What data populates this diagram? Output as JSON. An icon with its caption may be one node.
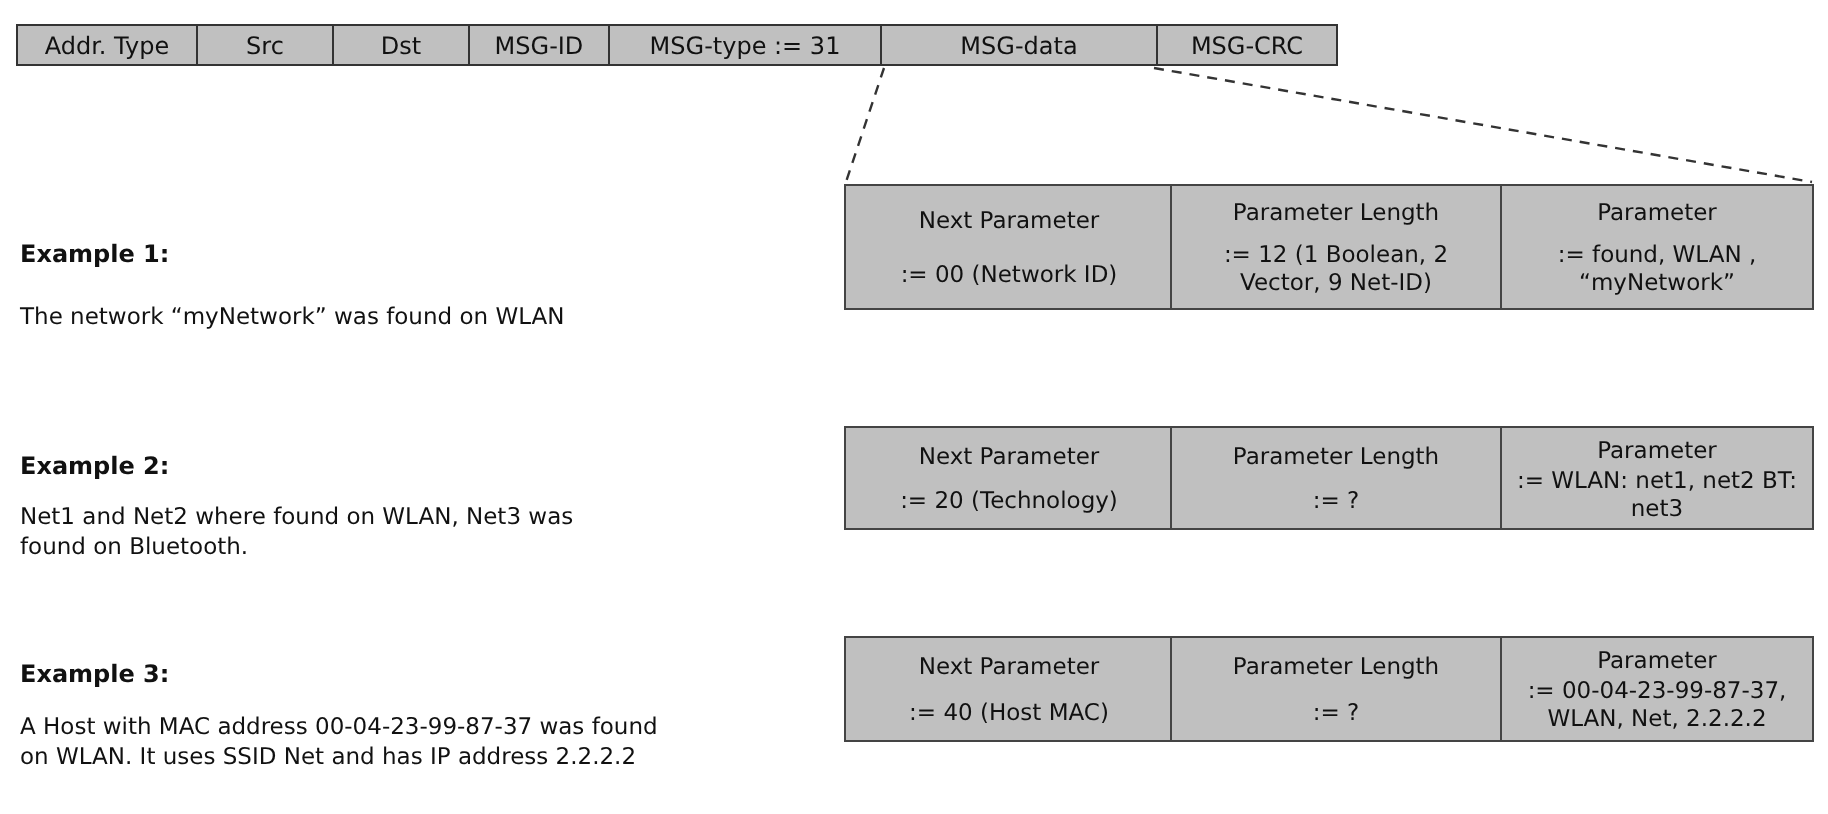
{
  "diagram": {
    "nodes": [
      {
        "text": [
          "Addr. Type"
        ]
      },
      {
        "text": [
          "Src"
        ]
      },
      {
        "text": [
          "Dst"
        ]
      },
      {
        "text": [
          "MSG-ID"
        ]
      },
      {
        "text": [
          "MSG-type := 31"
        ]
      },
      {
        "text": [
          "MSG-data"
        ]
      },
      {
        "text": [
          "MSG-CRC"
        ]
      },
      {
        "text": [
          "Next Parameter",
          ":=  00 (Network ID)"
        ]
      },
      {
        "text": [
          "Parameter Length",
          ":= 12 (1 Boolean, 2 Vector, 9 Net-ID)"
        ]
      },
      {
        "text": [
          "Parameter",
          ":= found, WLAN , “myNetwork”"
        ]
      },
      {
        "text": [
          "Next Parameter",
          ":=  20 (Technology)"
        ]
      },
      {
        "text": [
          "Parameter Length",
          ":= ?"
        ]
      },
      {
        "text": [
          "Parameter",
          ":= WLAN: net1, net2 BT: net3"
        ]
      },
      {
        "text": [
          "Next Parameter",
          ":= 40 (Host MAC)"
        ]
      },
      {
        "text": [
          "Parameter Length",
          ":= ?"
        ]
      },
      {
        "text": [
          "Parameter",
          ":= 00-04-23-99-87-37, WLAN, Net, 2.2.2.2"
        ]
      }
    ],
    "edges": [
      {
        "from": 5,
        "to": 7,
        "arrow": "none",
        "style": "dashed"
      },
      {
        "from": 5,
        "to": 9,
        "arrow": "none",
        "style": "dashed"
      }
    ],
    "labels": [
      "Example 1:",
      "The network “myNetwork” was found on WLAN",
      "Example 2:",
      "Net1 and Net2 where found on WLAN, Net3 was found on Bluetooth.",
      "Example 3:",
      "A Host with MAC address 00-04-23-99-87-37 was found on WLAN. It uses SSID Net and has IP address 2.2.2.2"
    ]
  }
}
